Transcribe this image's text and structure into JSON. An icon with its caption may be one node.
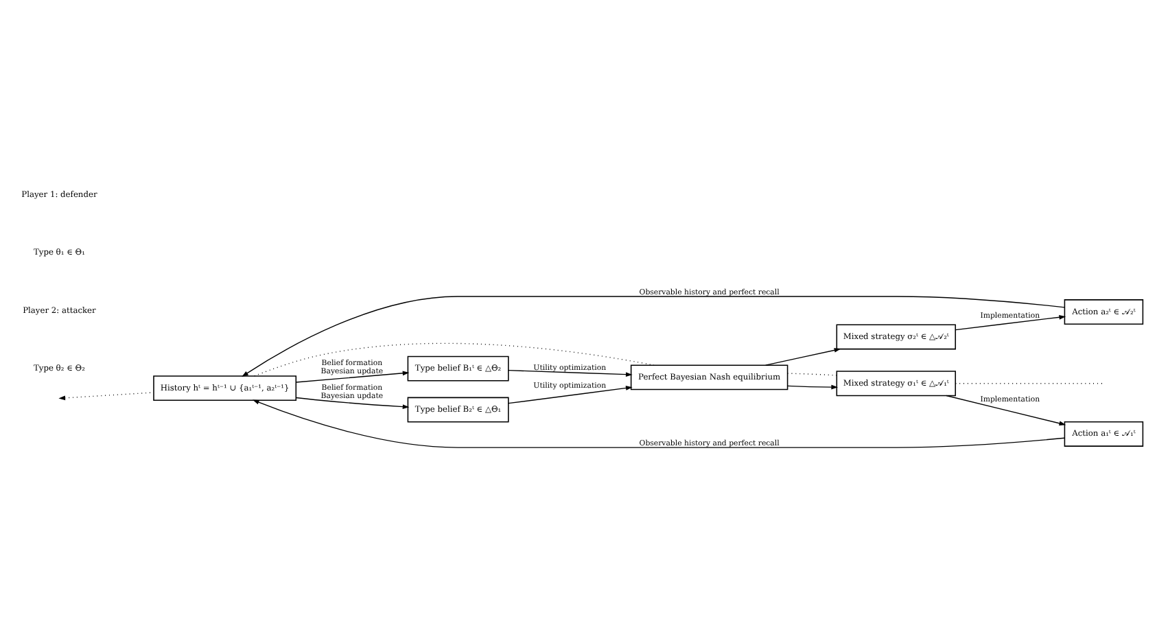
{
  "diagram": {
    "nodes": [
      {
        "text": [
          "History hᵗ = hᵗ⁻¹ ∪ {a₁ᵗ⁻¹, a₂ᵗ⁻¹}"
        ]
      },
      {
        "text": [
          "Type belief B₁ᵗ ∈ △Θ₂"
        ]
      },
      {
        "text": [
          "Perfect Bayesian Nash equilibrium"
        ]
      },
      {
        "text": [
          "Type belief B₂ᵗ ∈ △Θ₁"
        ]
      },
      {
        "text": [
          "Action a₁ᵗ ∈ 𝒜₁ᵗ"
        ]
      },
      {
        "text": [
          "Mixed strategy σ₁ᵗ ∈ △𝒜₁ᵗ"
        ]
      },
      {
        "text": [
          "Mixed strategy σ₂ᵗ ∈ △𝒜₂ᵗ"
        ]
      },
      {
        "text": [
          "Action a₂ᵗ ∈ 𝒜₂ᵗ"
        ]
      }
    ],
    "edges": [
      {
        "from": 0,
        "to": 1,
        "arrow": "to",
        "label": [
          "Belief formation",
          "Bayesian update"
        ]
      },
      {
        "from": 0,
        "to": 3,
        "arrow": "to",
        "label": [
          "Belief formation",
          "Bayesian update"
        ]
      },
      {
        "from": 1,
        "to": 2,
        "arrow": "to",
        "label": "Utility optimization"
      },
      {
        "from": 3,
        "to": 2,
        "arrow": "to",
        "label": "Utility optimization"
      },
      {
        "from": 2,
        "to": 5,
        "arrow": "to"
      },
      {
        "from": 2,
        "to": 6,
        "arrow": "to"
      },
      {
        "from": 5,
        "to": 4,
        "arrow": "to",
        "label": "Implementation"
      },
      {
        "from": 6,
        "to": 7,
        "arrow": "to",
        "label": "Implementation"
      },
      {
        "from": 4,
        "to": 0,
        "arrow": "to",
        "label": "Observable history and perfect recall"
      },
      {
        "from": 7,
        "to": 0,
        "arrow": "to",
        "label": "Observable history and perfect recall"
      },
      {
        "from": 0,
        "to": null,
        "arrow": "to",
        "style": "dashed"
      },
      {
        "from": 0,
        "to": 2,
        "arrow": "none",
        "style": "dashed"
      },
      {
        "from": 2,
        "to": 5,
        "arrow": "none",
        "style": "dashed"
      },
      {
        "from": 5,
        "to": null,
        "arrow": "none",
        "style": "dashed"
      }
    ],
    "labels": [
      "Player 1: defender",
      "Type θ₁ ∈ Θ₁",
      "Player 2: attacker",
      "Type θ₂ ∈ Θ₂"
    ]
  }
}
